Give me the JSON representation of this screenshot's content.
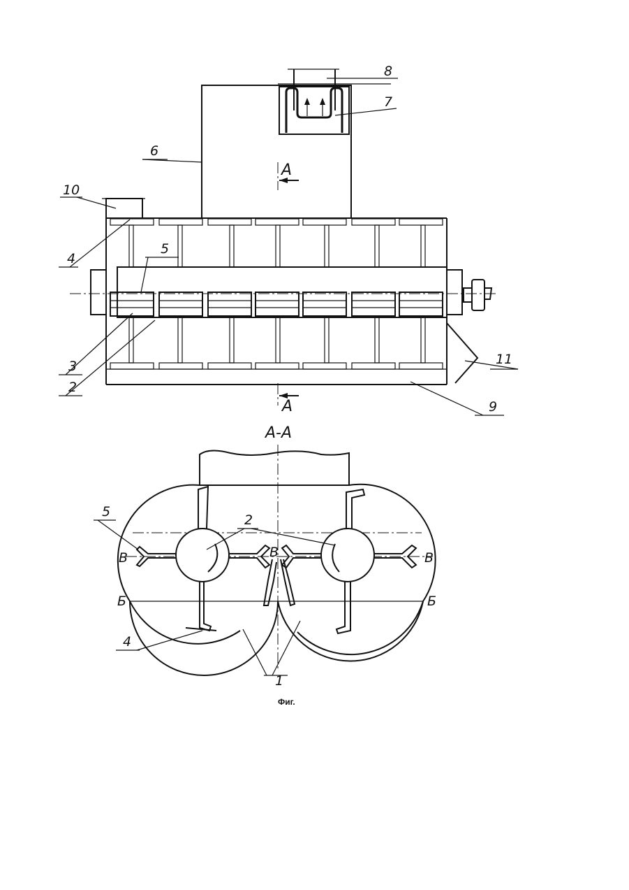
{
  "callouts": {
    "c1": "1",
    "c2": "2",
    "c3": "3",
    "c4": "4",
    "c5": "5",
    "c6": "6",
    "c7": "7",
    "c8": "8",
    "c9": "9",
    "c10": "10",
    "c11": "11"
  },
  "section": {
    "marker": "А",
    "title": "А-А",
    "level_b": "Б",
    "point_v": "В"
  },
  "caption": "Фиг."
}
